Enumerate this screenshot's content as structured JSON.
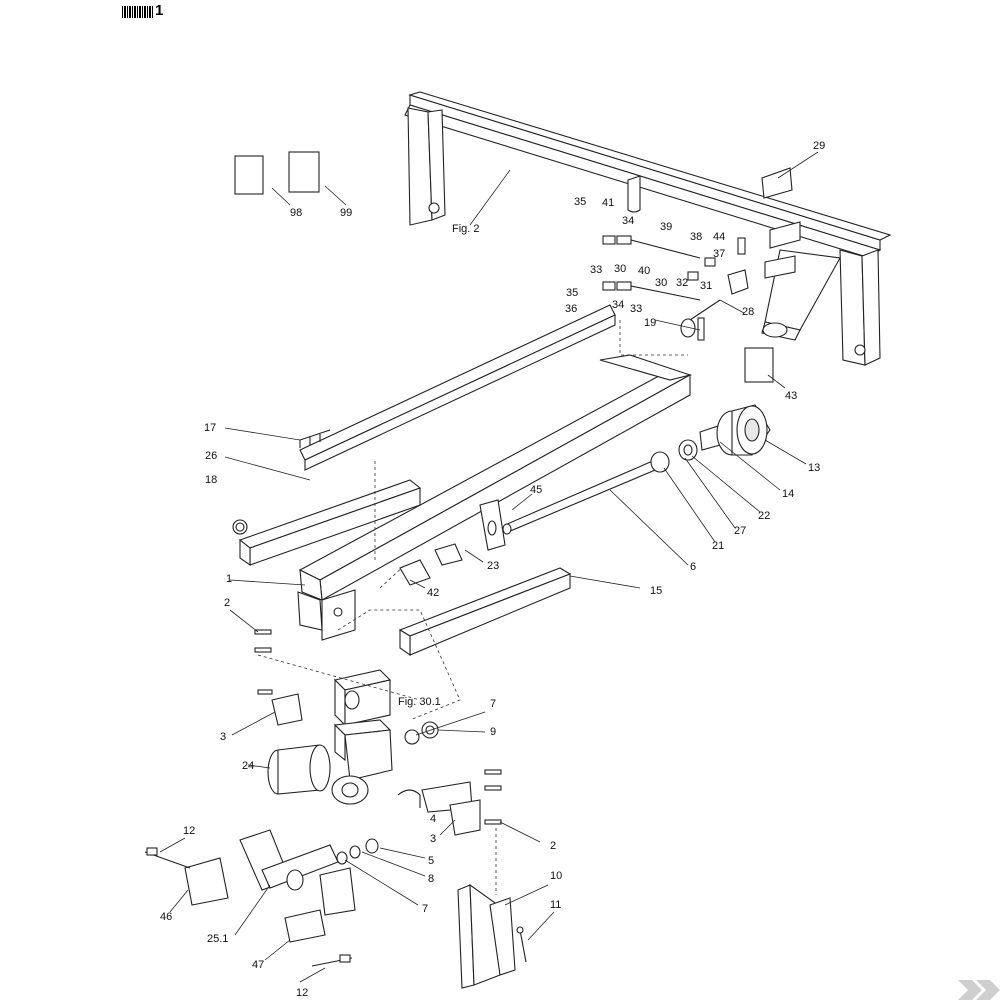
{
  "header": {
    "code": "1"
  },
  "figure_refs": {
    "fig2": "Fig. 2",
    "fig30_1": "Fig. 30.1"
  },
  "callouts": {
    "c1": "1",
    "c2a": "2",
    "c2b": "2",
    "c3a": "3",
    "c3b": "3",
    "c4": "4",
    "c5": "5",
    "c6": "6",
    "c7a": "7",
    "c7b": "7",
    "c8": "8",
    "c9": "9",
    "c10": "10",
    "c11": "11",
    "c12a": "12",
    "c12b": "12",
    "c13": "13",
    "c14": "14",
    "c15": "15",
    "c17": "17",
    "c18": "18",
    "c19": "19",
    "c21": "21",
    "c22": "22",
    "c23": "23",
    "c24": "24",
    "c25_1": "25.1",
    "c26": "26",
    "c27": "27",
    "c28": "28",
    "c29": "29",
    "c30a": "30",
    "c30b": "30",
    "c31": "31",
    "c32": "32",
    "c33a": "33",
    "c33b": "33",
    "c34a": "34",
    "c34b": "34",
    "c35a": "35",
    "c35b": "35",
    "c36": "36",
    "c37": "37",
    "c38": "38",
    "c39": "39",
    "c40": "40",
    "c41": "41",
    "c42": "42",
    "c43": "43",
    "c44": "44",
    "c45": "45",
    "c46": "46",
    "c47": "47",
    "c98": "98",
    "c99": "99"
  }
}
